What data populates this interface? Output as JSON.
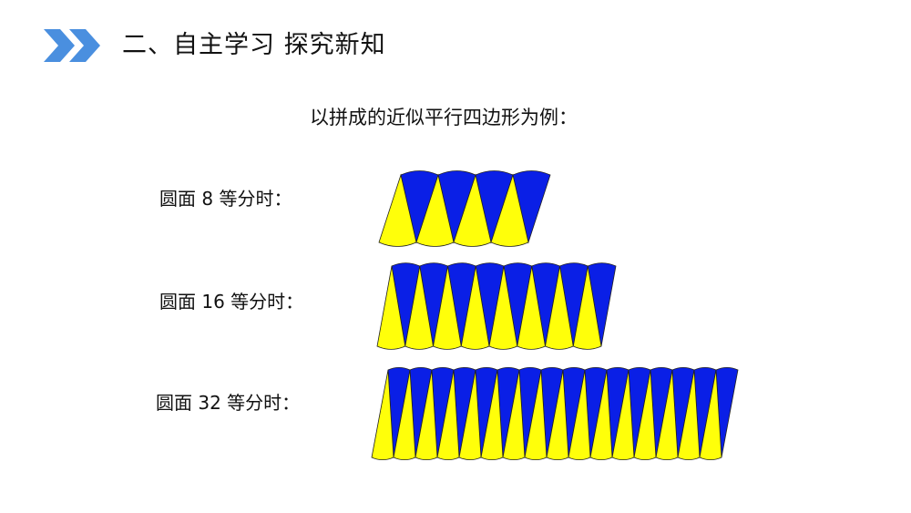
{
  "header": {
    "icon": "double-chevron-right-icon",
    "icon_color": "#4a8fdf",
    "title": "二、自主学习  探究新知"
  },
  "subtitle": "以拼成的近似平行四边形为例：",
  "rows": [
    {
      "label": "圆面 8 等分时：",
      "pieces": 8
    },
    {
      "label": "圆面 16 等分时：",
      "pieces": 16
    },
    {
      "label": "圆面 32 等分时：",
      "pieces": 32
    }
  ],
  "colors": {
    "sector_a": "#0a1fe6",
    "sector_b": "#ffff0a",
    "edge": "#222222"
  }
}
